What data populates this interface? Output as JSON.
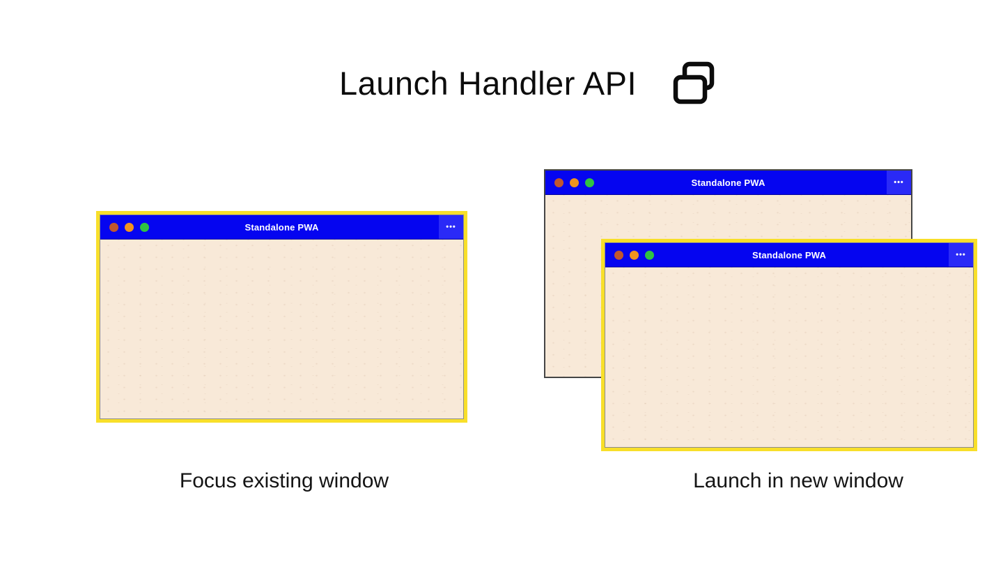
{
  "header": {
    "title": "Launch Handler API",
    "icon": "overlapping-windows-icon"
  },
  "colors": {
    "titlebar_blue": "#0505f0",
    "menu_button_blue": "#2a2af7",
    "window_body_cream": "#f8e9d8",
    "focus_highlight_yellow": "#f8df2a",
    "back_window_border": "#454545",
    "traffic_dot_red": "#c1572e",
    "traffic_dot_orange": "#f0931f",
    "traffic_dot_green": "#2fc342",
    "titlebar_text": "#ffffff",
    "page_background": "#ffffff"
  },
  "left": {
    "caption": "Focus existing window",
    "windows": [
      {
        "title": "Standalone PWA",
        "menu_dots": "•••",
        "focused": true
      }
    ]
  },
  "right": {
    "caption": "Launch in new window",
    "windows": [
      {
        "title": "Standalone PWA",
        "menu_dots": "•••",
        "focused": false
      },
      {
        "title": "Standalone PWA",
        "menu_dots": "•••",
        "focused": true
      }
    ]
  }
}
